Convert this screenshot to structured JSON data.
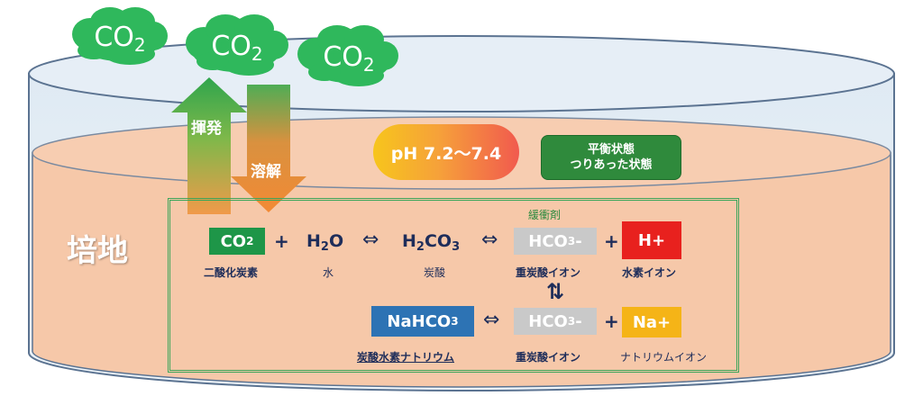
{
  "clouds": [
    {
      "base": "CO",
      "sub": "2"
    },
    {
      "base": "CO",
      "sub": "2"
    },
    {
      "base": "CO",
      "sub": "2"
    }
  ],
  "arrows": {
    "volatilize": "揮発",
    "dissolve": "溶解"
  },
  "medium_label": "培地",
  "ph_label": "pH 7.2～7.4",
  "equilibrium": {
    "line1": "平衡状態",
    "line2": "つりあった状態"
  },
  "buffer_label": "緩衝剤",
  "row1": {
    "co2": {
      "base": "CO",
      "sub": "2",
      "caption": "二酸化炭素"
    },
    "plus1": "+",
    "h2o": {
      "pre": "H",
      "sub": "2",
      "post": "O",
      "caption": "水"
    },
    "eq1": "⇔",
    "h2co3": {
      "pre": "H",
      "sub": "2",
      "post": "CO",
      "sub2": "3",
      "caption": "炭酸"
    },
    "eq2": "⇔",
    "hco3": {
      "pre": "HCO",
      "sub": "3",
      "post": "-",
      "caption": "重炭酸イオン"
    },
    "plus2": "+",
    "h": {
      "text": "H+",
      "caption": "水素イオン"
    }
  },
  "vertical_arrows": "⇅",
  "row2": {
    "nahco3": {
      "pre": "NaHCO",
      "sub": "3",
      "caption": "炭酸水素ナトリウム"
    },
    "eq": "⇔",
    "hco3": {
      "pre": "HCO",
      "sub": "3",
      "post": "-",
      "caption": "重炭酸イオン"
    },
    "plus": "+",
    "na": {
      "text": "Na+",
      "caption": "ナトリウムイオン"
    }
  },
  "colors": {
    "dish_outer": "#d8e8f4",
    "medium": "#f6c8a9",
    "up_arrow": "#3aa65a",
    "down_arrow": "#f08a3c",
    "cloud": "#2fb85c",
    "panel_border": "#3ca55a"
  }
}
